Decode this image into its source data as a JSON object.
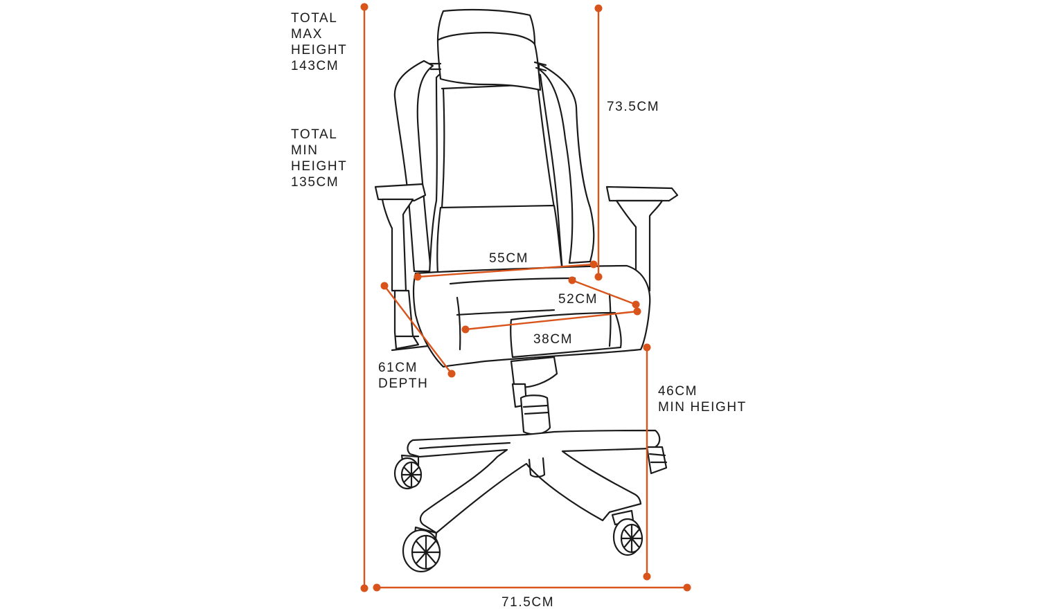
{
  "colors": {
    "dimension": "#d9541a",
    "outline": "#1a1a1a",
    "background": "#ffffff"
  },
  "labels": {
    "total_max_height": [
      "TOTAL",
      "MAX",
      "HEIGHT",
      "143CM"
    ],
    "total_min_height": [
      "TOTAL",
      "MIN",
      "HEIGHT",
      "135CM"
    ],
    "backrest_height": "73.5CM",
    "seat_width": "55CM",
    "seat_depth": "52CM",
    "seat_front_width": "38CM",
    "depth": [
      "61CM",
      "DEPTH"
    ],
    "min_height": [
      "46CM",
      "MIN HEIGHT"
    ],
    "base_width": "71.5CM"
  }
}
